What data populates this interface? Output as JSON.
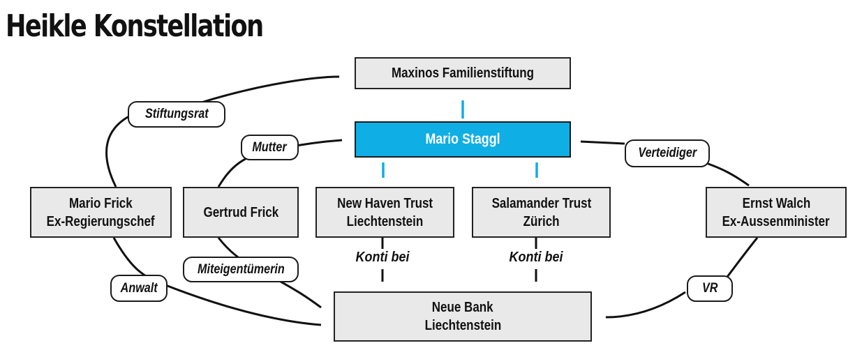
{
  "title": "Heikle Konstellation",
  "colors": {
    "accent_blue": "#0FAEE5",
    "box_fill": "#E9E9E9",
    "box_border": "#222222",
    "line_black": "#111111",
    "background": "#FFFFFF"
  },
  "nodes": {
    "maxinos": {
      "label": "Maxinos Familienstiftung"
    },
    "staggl": {
      "label": "Mario Staggl"
    },
    "mario_frick": {
      "line1": "Mario Frick",
      "line2": "Ex-Regierungschef"
    },
    "gertrud_frick": {
      "label": "Gertrud Frick"
    },
    "new_haven": {
      "line1": "New Haven Trust",
      "line2": "Liechtenstein"
    },
    "salamander": {
      "line1": "Salamander Trust",
      "line2": "Zürich"
    },
    "walch": {
      "line1": "Ernst Walch",
      "line2": "Ex-Aussenminister"
    },
    "bank": {
      "line1": "Neue Bank",
      "line2": "Liechtenstein"
    }
  },
  "edge_labels": {
    "stiftungsrat": "Stiftungsrat",
    "mutter": "Mutter",
    "verteidiger": "Verteidiger",
    "miteigentuemerin": "Miteigentümerin",
    "anwalt": "Anwalt",
    "vr": "VR",
    "konti_bei": "Konti bei"
  }
}
